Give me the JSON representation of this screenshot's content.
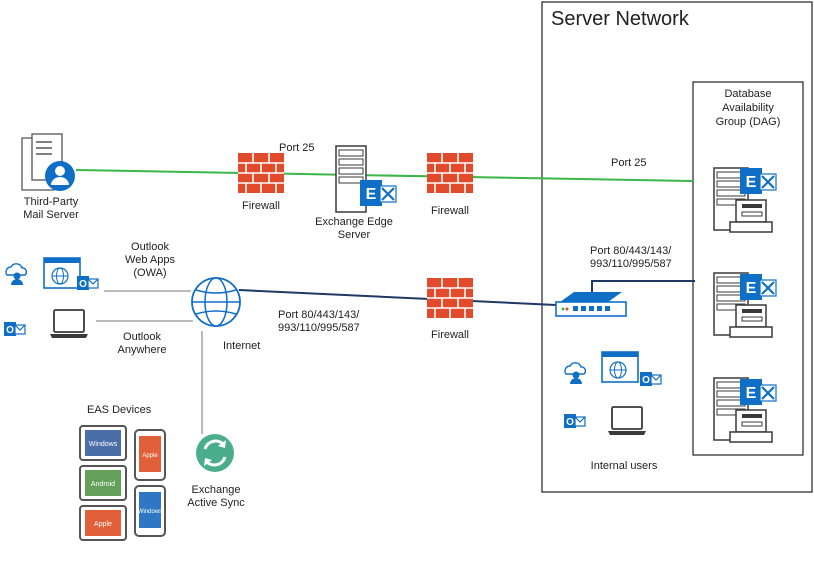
{
  "network": {
    "title": "Server Network",
    "dag_label": "Database\nAvailability\nGroup (DAG)"
  },
  "labels": {
    "third_party": "Third-Party\nMail Server",
    "port25_edge": "Port 25",
    "port25_dag": "Port 25",
    "firewall_1": "Firewall",
    "firewall_2": "Firewall",
    "firewall_3": "Firewall",
    "edge_server": "Exchange Edge\nServer",
    "owa": "Outlook\nWeb Apps\n(OWA)",
    "outlook_anywhere": "Outlook\nAnywhere",
    "internet": "Internet",
    "ports_internet": "Port 80/443/143/\n993/110/995/587",
    "ports_switch": "Port 80/443/143/\n993/110/995/587",
    "eas_devices": "EAS Devices",
    "eas": "Exchange\nActive Sync",
    "internal_users": "Internal users"
  },
  "devices": {
    "windows_tablet": "Windows",
    "android_tablet": "Android",
    "apple_tablet": "Apple",
    "apple_phone": "Apple",
    "windows_phone": "Windows"
  },
  "colors": {
    "smtp_line": "#3cb54a",
    "client_line": "#1f3864",
    "firewall": "#e14b2b",
    "exchange_blue": "#0f6fc6",
    "box_line": "#222222"
  }
}
